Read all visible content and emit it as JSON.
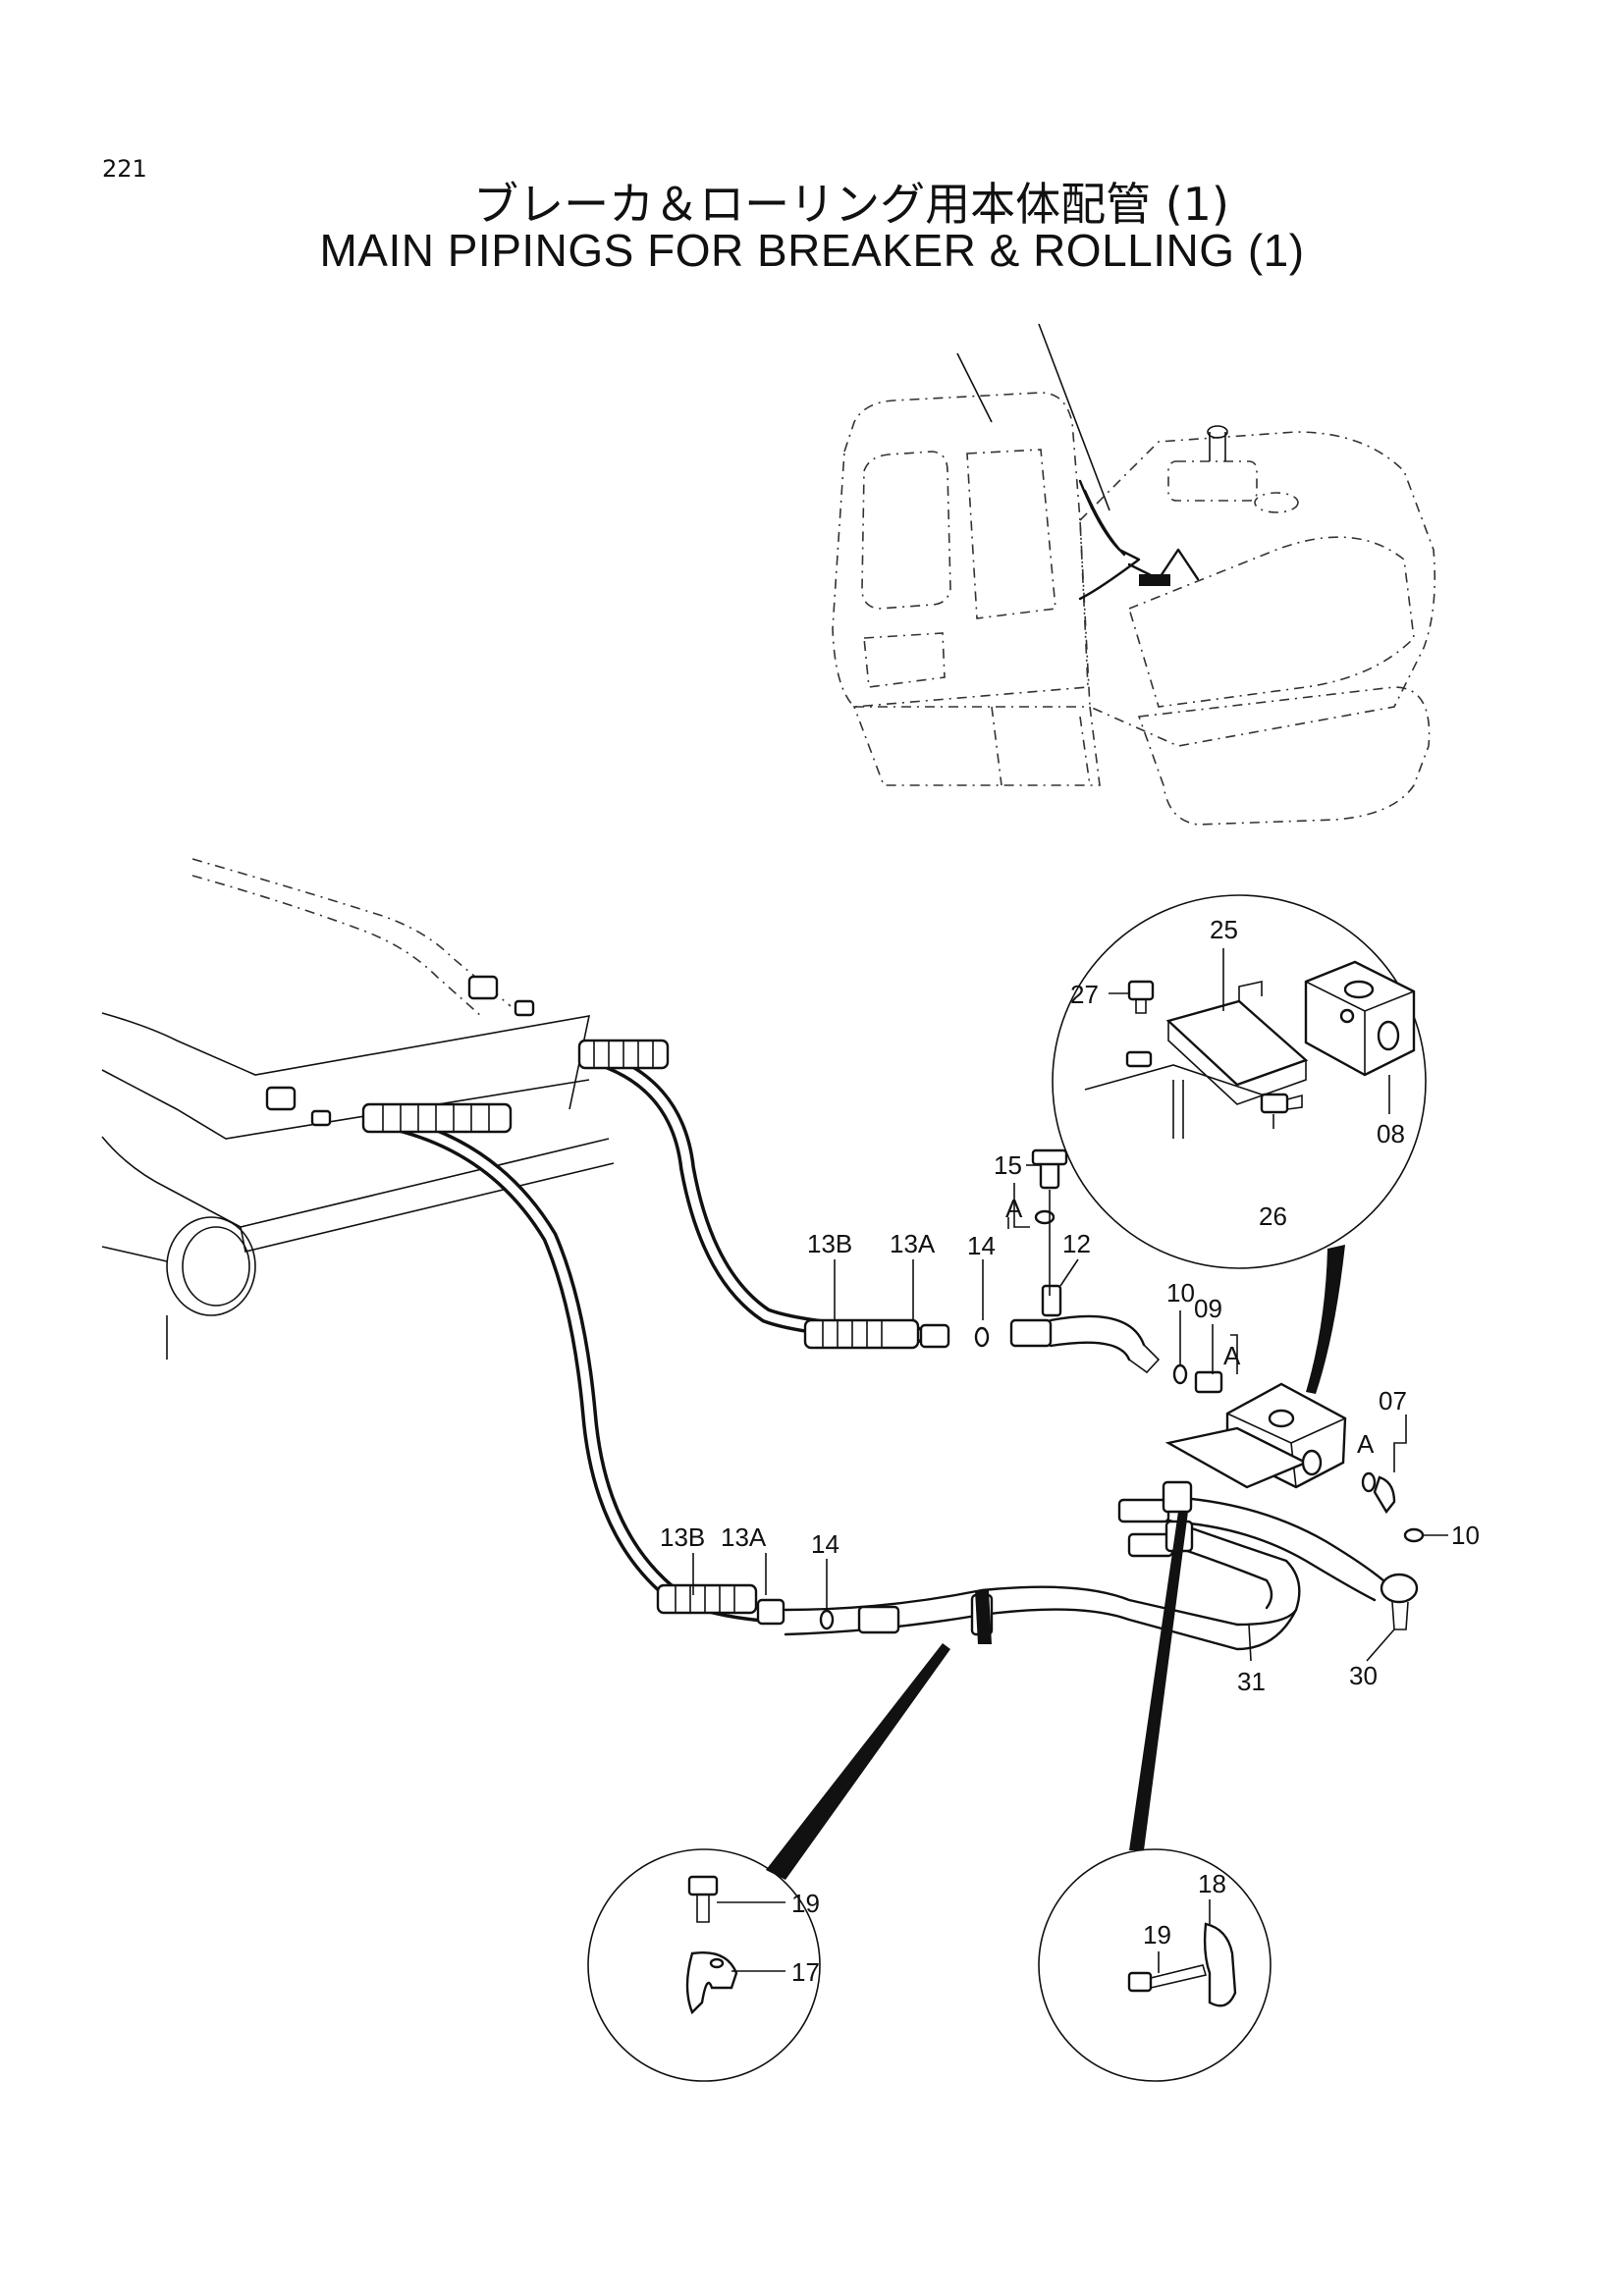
{
  "page": {
    "number": "221",
    "title_jp": "ブレーカ＆ローリング用本体配管 (1)",
    "title_en": "MAIN  PIPINGS  FOR  BREAKER & ROLLING (1)"
  },
  "callouts": {
    "p25": "25",
    "p27": "27",
    "p08": "08",
    "p26": "26",
    "p15": "15",
    "ptA1": "A",
    "p13B_upper": "13B",
    "p13A_upper": "13A",
    "p14_upper": "14",
    "p12": "12",
    "p10_upper": "10",
    "p09": "09",
    "ptA2": "A",
    "p07": "07",
    "ptA3": "A",
    "p10_right": "10",
    "p13B_lower": "13B",
    "p13A_lower": "13A",
    "p14_lower": "14",
    "p31": "31",
    "p30": "30",
    "p19_left": "19",
    "p17": "17",
    "p18": "18",
    "p19_right": "19"
  }
}
